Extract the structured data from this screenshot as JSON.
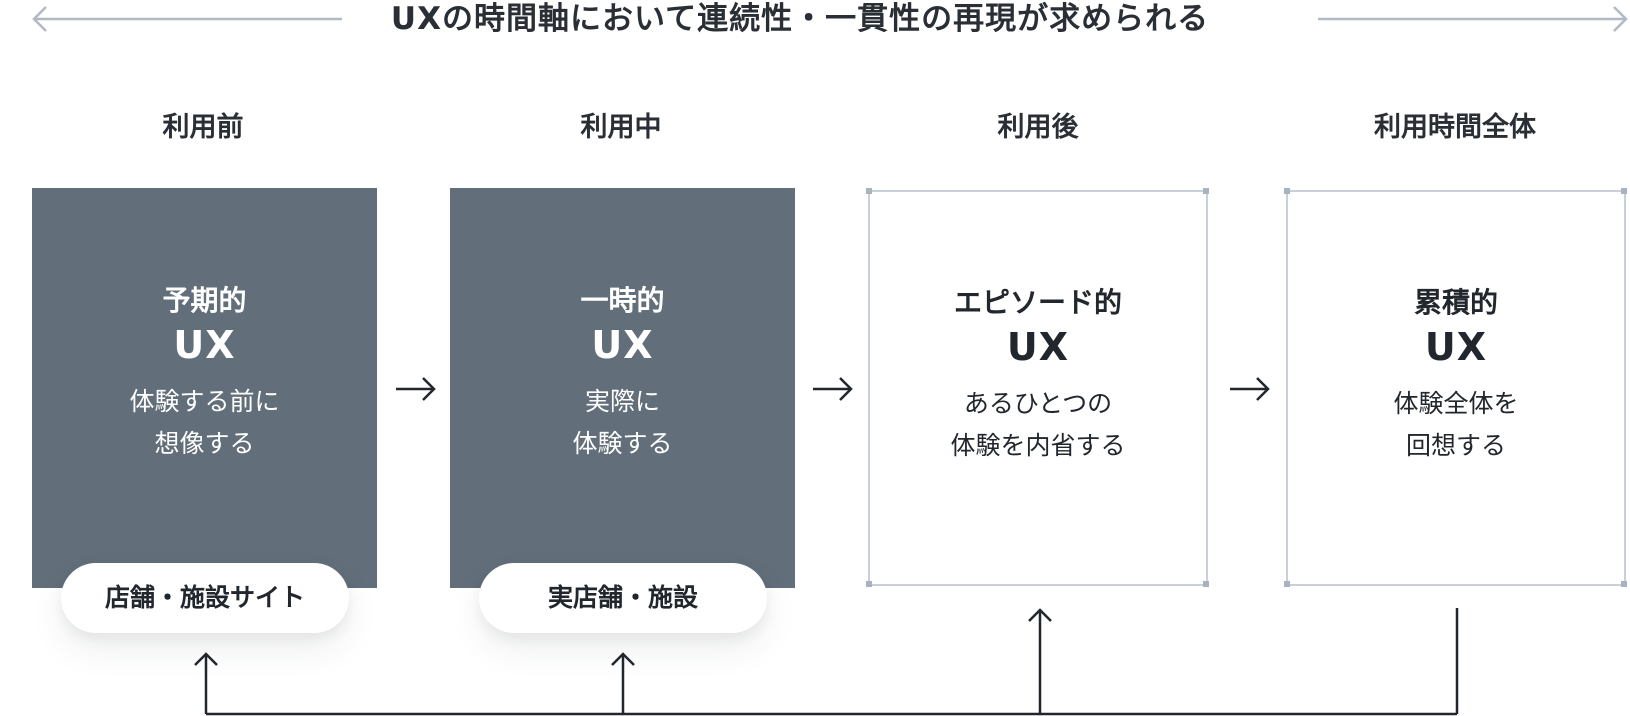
{
  "title": "UXの時間軸において連続性・一貫性の再現が求められる",
  "phases": [
    {
      "label": "利用前"
    },
    {
      "label": "利用中"
    },
    {
      "label": "利用後"
    },
    {
      "label": "利用時間全体"
    }
  ],
  "cards": [
    {
      "kind": "予期的",
      "ux": "UX",
      "desc": "体験する前に\n想像する",
      "style": "dark"
    },
    {
      "kind": "一時的",
      "ux": "UX",
      "desc": "実際に\n体験する",
      "style": "dark"
    },
    {
      "kind": "エピソード的",
      "ux": "UX",
      "desc": "あるひとつの\n体験を内省する",
      "style": "light"
    },
    {
      "kind": "累積的",
      "ux": "UX",
      "desc": "体験全体を\n回想する",
      "style": "light"
    }
  ],
  "pills": [
    {
      "label": "店舗・施設サイト"
    },
    {
      "label": "実店舗・施設"
    }
  ],
  "colors": {
    "dark_card": "#626e79",
    "light_border": "#c9d0d8",
    "line": "#22272e",
    "timeline_arrow": "#b0b9c4"
  }
}
